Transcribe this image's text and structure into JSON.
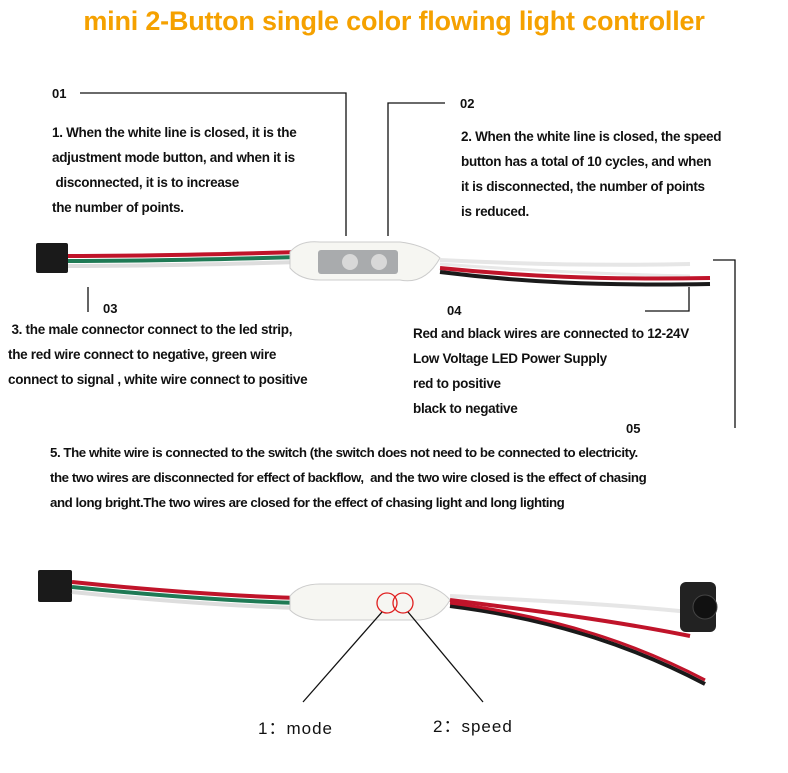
{
  "title": "mini 2-Button single color flowing light controller",
  "callouts": [
    {
      "num": "01",
      "lines": [
        "1. When the white line is closed, it is the",
        "adjustment mode button, and when it is",
        " disconnected, it is to increase",
        "the number of points."
      ]
    },
    {
      "num": "02",
      "lines": [
        "2. When the white line is closed, the speed",
        "button has a total of 10 cycles, and when",
        "it is disconnected, the number of points",
        "is reduced."
      ]
    },
    {
      "num": "03",
      "lines": [
        " 3. the male connector connect to the led strip,",
        "the red wire connect to negative, green wire",
        "connect to signal , white wire connect to positive"
      ]
    },
    {
      "num": "04",
      "lines": [
        "Red and black wires are connected to 12-24V",
        "Low Voltage LED Power Supply",
        "red to positive",
        "black to negative"
      ]
    },
    {
      "num": "05",
      "lines": [
        "5. The white wire is connected to the switch (the switch does not need to be connected to electricity.",
        "the two wires are disconnected for effect of backflow,  and the two wire closed is the effect of chasing",
        "and long bright.The two wires are closed for the effect of chasing light and long lighting"
      ]
    }
  ],
  "buttons": {
    "mode": "1：mode",
    "speed": "2：speed"
  },
  "colors": {
    "title": "#f5a100",
    "red": "#c0142a",
    "green": "#1f7a55",
    "black": "#1a1a1a"
  }
}
